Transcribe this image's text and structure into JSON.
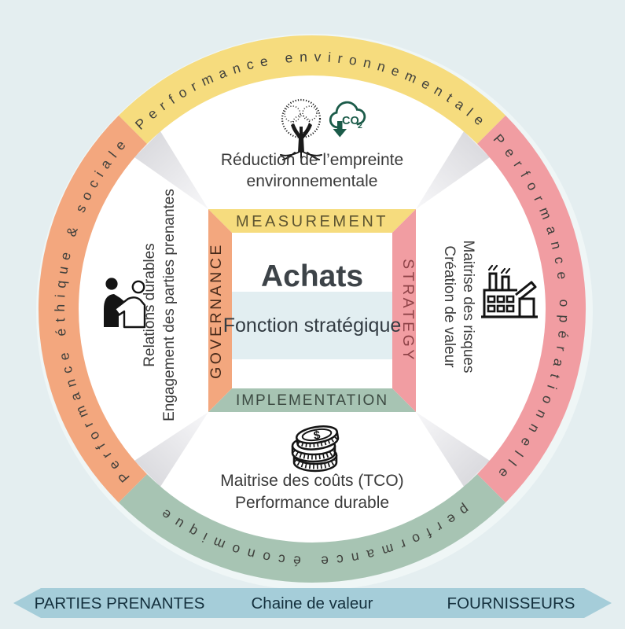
{
  "background_color": "#e4eef0",
  "ring": {
    "top": {
      "label": "Performance environnementale",
      "color": "#f6dc7e"
    },
    "right": {
      "label": "Performance opérationnelle",
      "color": "#f19da2"
    },
    "bottom": {
      "label": "performance économique",
      "color": "#a7c4b3"
    },
    "left": {
      "label": "Performance éthique & sociale",
      "color": "#f3a77e"
    }
  },
  "frame": {
    "top": {
      "label": "MEASUREMENT",
      "color": "#f6dc7e",
      "text_color": "#5d5430"
    },
    "right": {
      "label": "STRATEGY",
      "color": "#f19da2",
      "text_color": "#8e4247"
    },
    "bottom": {
      "label": "IMPLEMENTATION",
      "color": "#a7c4b3",
      "text_color": "#3c4a42"
    },
    "left": {
      "label": "GOVERNANCE",
      "color": "#f3a77e",
      "text_color": "#46291a"
    }
  },
  "center": {
    "title": "Achats",
    "subtitle": "Fonction stratégique",
    "band_color": "#e2eef1"
  },
  "quadrants": {
    "top": {
      "icons": [
        "tree-icon",
        "co2-reduction-icon"
      ],
      "lines": [
        "Réduction de l’empreinte",
        "environnementale"
      ]
    },
    "right": {
      "icon": "factory-icon",
      "lines": [
        "Maitrise des risques",
        "Création de valeur"
      ]
    },
    "bottom": {
      "icon": "coins-icon",
      "lines": [
        "Maitrise des coûts (TCO)",
        "Performance durable"
      ]
    },
    "left": {
      "icon": "handshake-icon",
      "lines": [
        "Relations durables",
        "Engagement des parties prenantes"
      ]
    }
  },
  "banner": {
    "left": "PARTIES PRENANTES",
    "center": "Chaine de valeur",
    "right": "FOURNISSEURS",
    "color": "#a5cdd9",
    "text_color": "#14303d"
  },
  "icon_colors": {
    "line": "#141414",
    "co2_green": "#1b5b49"
  }
}
